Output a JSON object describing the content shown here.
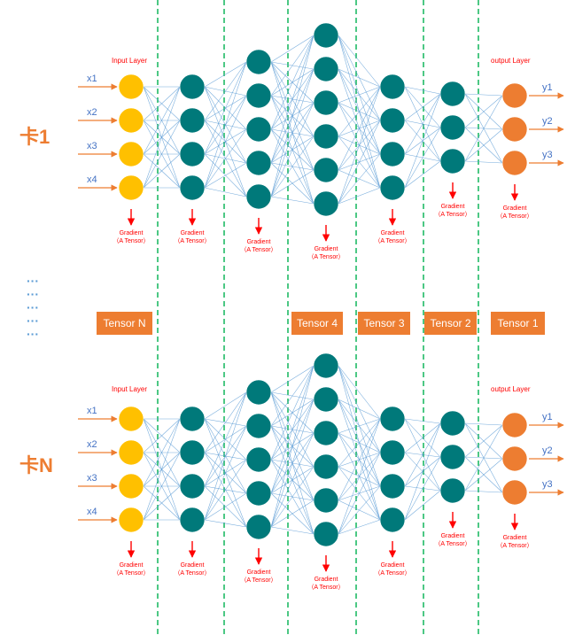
{
  "colors": {
    "input_node": "#FFC000",
    "hidden_node": "#00797A",
    "output_node": "#ED7D31",
    "edge": "#5B9BD5",
    "arrow": "#ED7D31",
    "gradient": "#FF0000",
    "divider": "#00B050",
    "tensor_box": "#ED7D31",
    "ellipsis": "#5B9BD5"
  },
  "cards": [
    {
      "label": "卡1",
      "input_title": "Input Layer",
      "output_title": "output Layer",
      "inputs": [
        "x1",
        "x2",
        "x3",
        "x4"
      ],
      "outputs": [
        "y1",
        "y2",
        "y3"
      ],
      "layer_sizes": [
        4,
        4,
        5,
        6,
        4,
        3,
        3
      ],
      "gradients": [
        {
          "l1": "Gradient",
          "l2": "（A Tensor）"
        },
        {
          "l1": "Gradient",
          "l2": "（A Tensor）"
        },
        {
          "l1": "Gradient",
          "l2": "（A Tensor）"
        },
        {
          "l1": "Gradient",
          "l2": "（A Tensor）"
        },
        {
          "l1": "Gradient",
          "l2": "（A Tensor）"
        },
        {
          "l1": "Gradient",
          "l2": "（A Tensor）"
        },
        {
          "l1": "Gradient",
          "l2": "（A Tensor）"
        }
      ]
    },
    {
      "label": "卡N",
      "input_title": "Input Layer",
      "output_title": "output Layer",
      "inputs": [
        "x1",
        "x2",
        "x3",
        "x4"
      ],
      "outputs": [
        "y1",
        "y2",
        "y3"
      ],
      "layer_sizes": [
        4,
        4,
        5,
        6,
        4,
        3,
        3
      ],
      "gradients": [
        {
          "l1": "Gradient",
          "l2": "（A Tensor）"
        },
        {
          "l1": "Gradient",
          "l2": "（A Tensor）"
        },
        {
          "l1": "Gradient",
          "l2": "（A Tensor）"
        },
        {
          "l1": "Gradient",
          "l2": "（A Tensor）"
        },
        {
          "l1": "Gradient",
          "l2": "（A Tensor）"
        },
        {
          "l1": "Gradient",
          "l2": "（A Tensor）"
        },
        {
          "l1": "Gradient",
          "l2": "（A Tensor）"
        }
      ]
    }
  ],
  "tensors": [
    "Tensor N",
    "Tensor 4",
    "Tensor 3",
    "Tensor 2",
    "Tensor 1"
  ],
  "ellipsis": [
    "···",
    "···",
    "···",
    "···",
    "···"
  ]
}
